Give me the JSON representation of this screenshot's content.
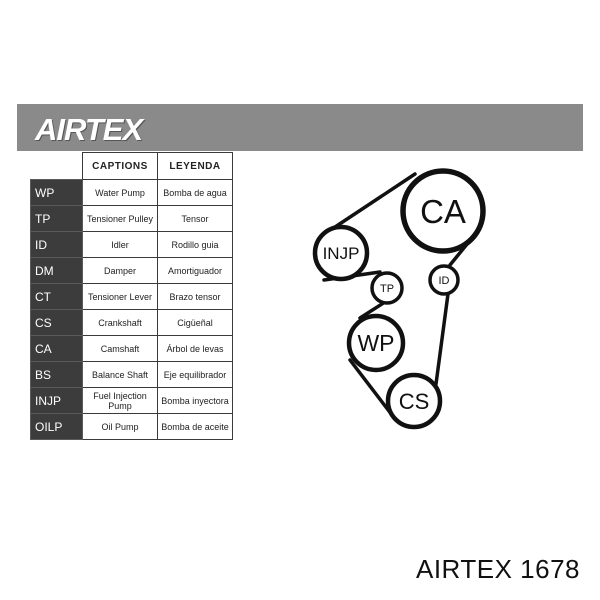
{
  "logo": {
    "text": "AIRTEX"
  },
  "legend": {
    "headers": {
      "captions": "CAPTIONS",
      "leyenda": "LEYENDA"
    },
    "rows": [
      {
        "code": "WP",
        "caption": "Water Pump",
        "leyenda": "Bomba de agua"
      },
      {
        "code": "TP",
        "caption": "Tensioner Pulley",
        "leyenda": "Tensor"
      },
      {
        "code": "ID",
        "caption": "Idler",
        "leyenda": "Rodillo guia"
      },
      {
        "code": "DM",
        "caption": "Damper",
        "leyenda": "Amortiguador"
      },
      {
        "code": "CT",
        "caption": "Tensioner Lever",
        "leyenda": "Brazo tensor"
      },
      {
        "code": "CS",
        "caption": "Crankshaft",
        "leyenda": "Cigüeñal"
      },
      {
        "code": "CA",
        "caption": "Camshaft",
        "leyenda": "Árbol de levas"
      },
      {
        "code": "BS",
        "caption": "Balance Shaft",
        "leyenda": "Eje equilibrador"
      },
      {
        "code": "INJP",
        "caption": "Fuel Injection Pump",
        "leyenda": "Bomba inyectora"
      },
      {
        "code": "OILP",
        "caption": "Oil Pump",
        "leyenda": "Bomba de aceite"
      }
    ]
  },
  "diagram": {
    "pulleys": {
      "ca": "CA",
      "injp": "INJP",
      "tp": "TP",
      "id": "ID",
      "wp": "WP",
      "cs": "CS"
    }
  },
  "caption": "AIRTEX 1678"
}
